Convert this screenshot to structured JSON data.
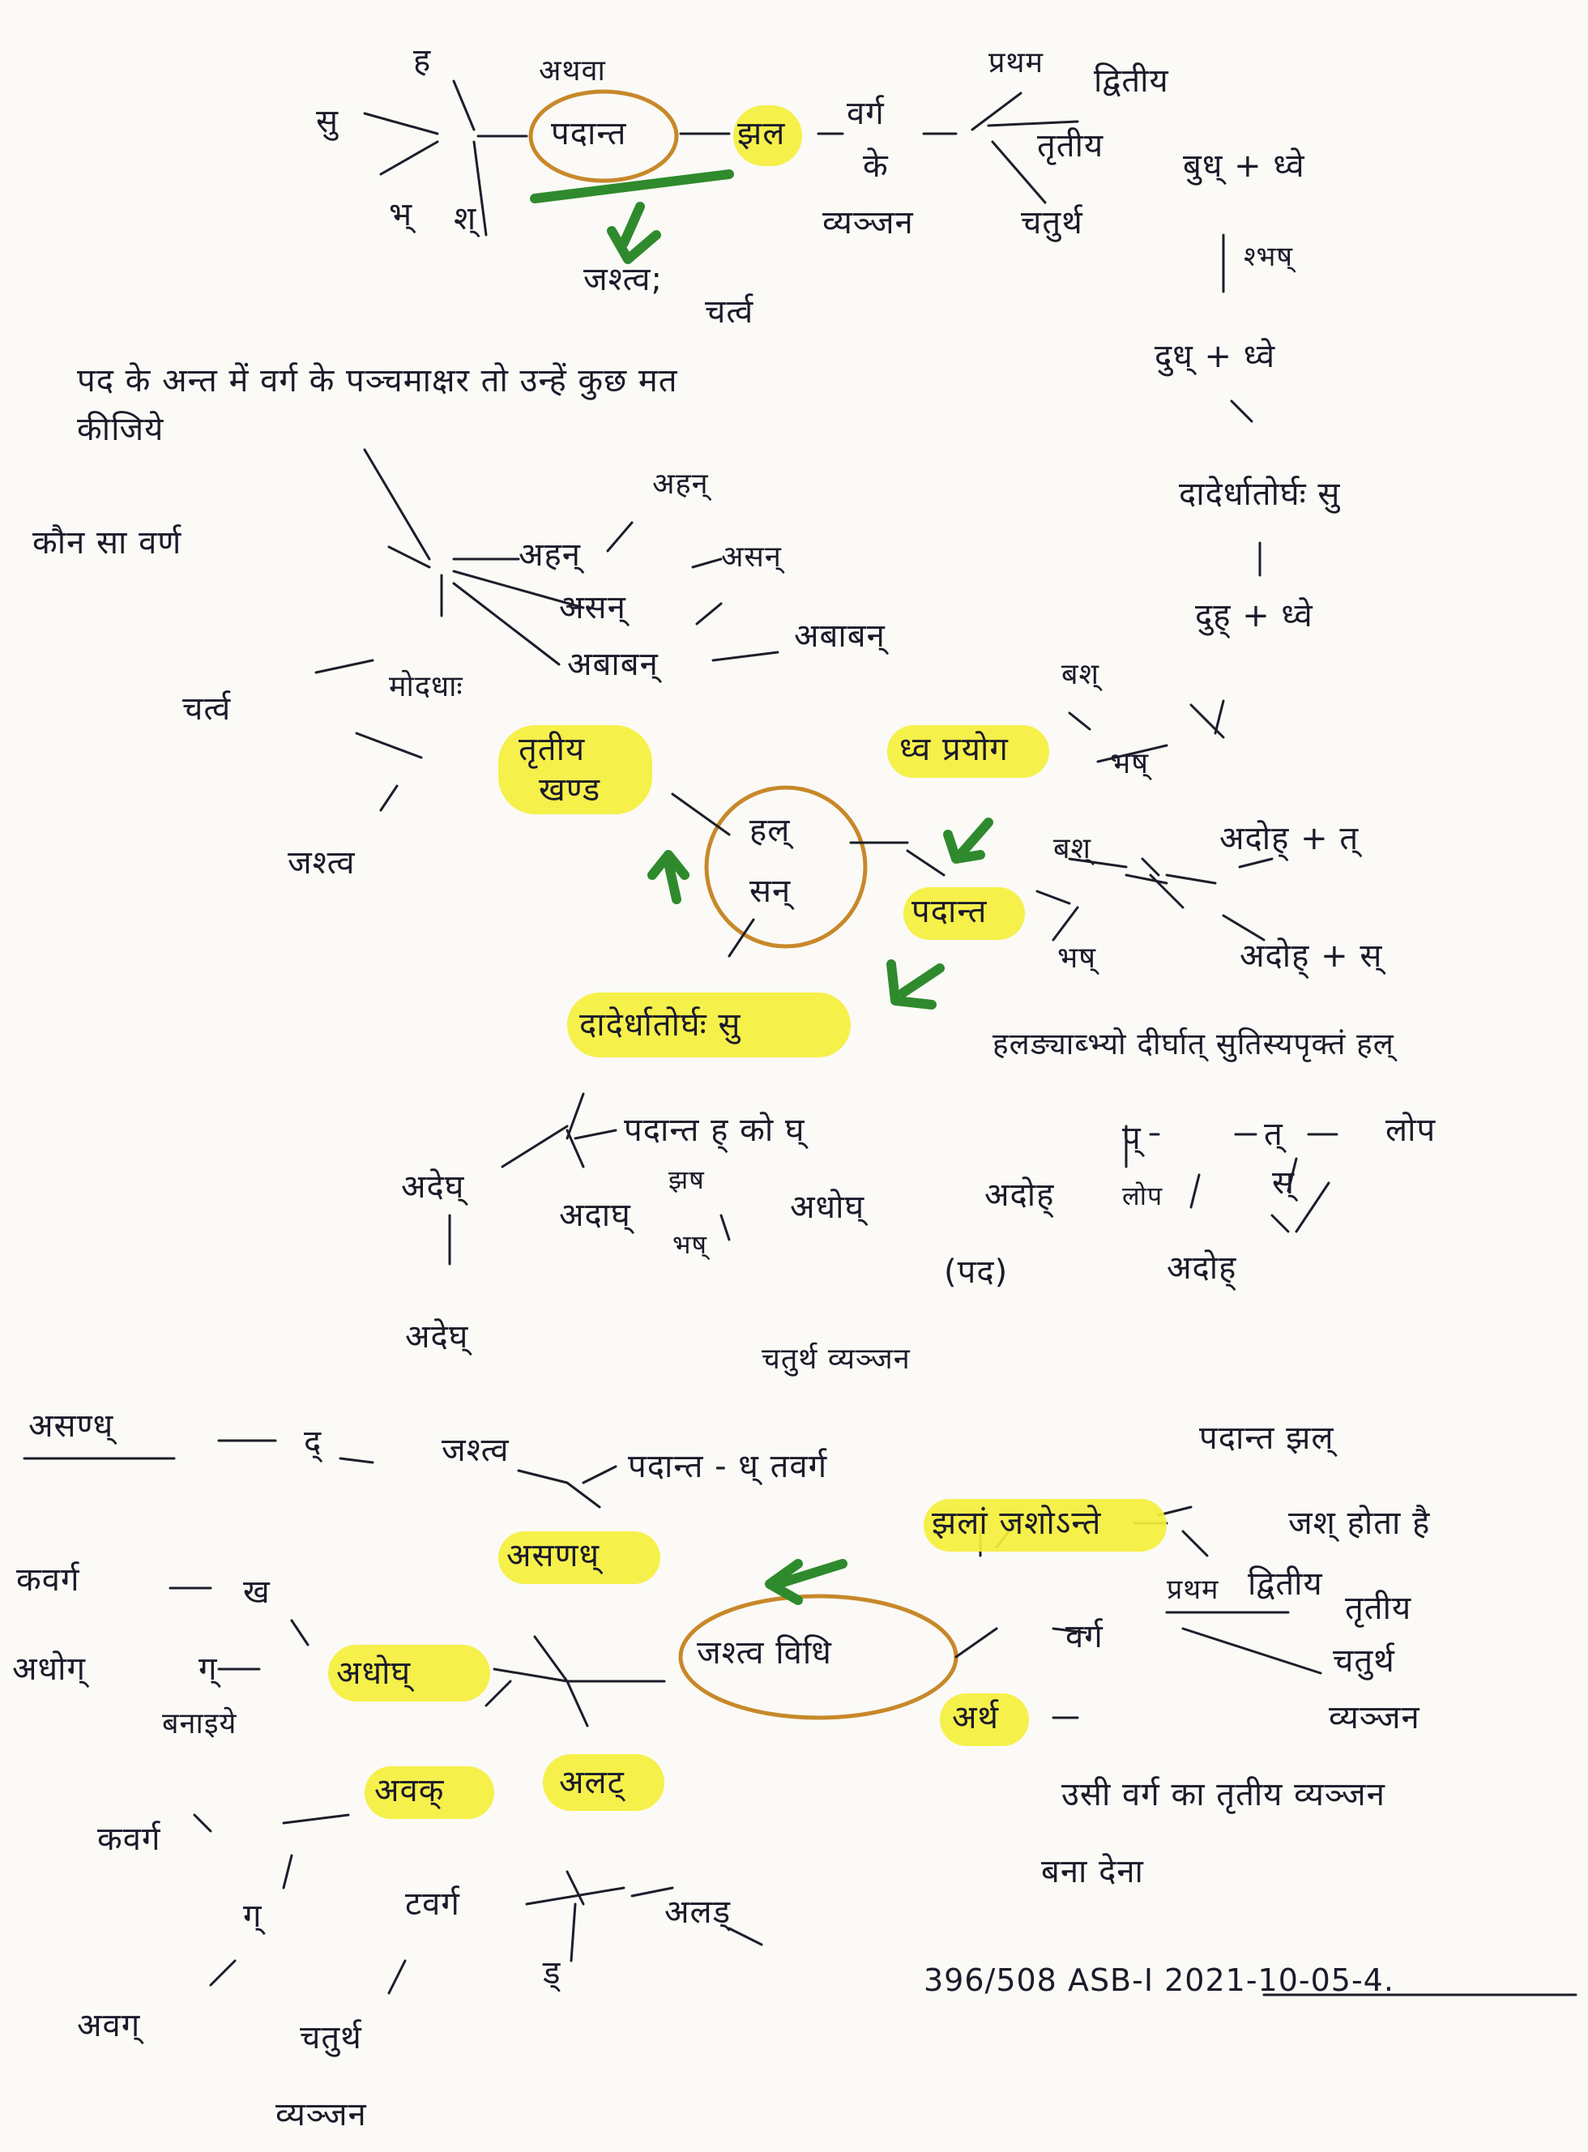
{
  "nodes": {
    "top_su": "सु",
    "top_ha": "ह",
    "top_athava": "अथवा",
    "top_padant": "पदान्त",
    "top_jhal": "झल",
    "top_varg": "वर्ग",
    "top_ke": "के",
    "top_prathama": "प्रथम",
    "top_dvitiya": "द्वितीय",
    "top_tritiya": "तृतीय",
    "top_chaturth": "चतुर्थ",
    "top_vyanjan": "व्यञ्जन",
    "top_bh": "भ्",
    "top_sh": "श्",
    "top_jashtva": "जश्त्व;",
    "top_chartva": "चर्त्व",
    "r_budh": "बुध् + ध्वे",
    "r_shmash": "श्भष्",
    "r_dudh": "दुध् + ध्वे",
    "r_sutra": "दादेर्धातोर्घः सु",
    "r_duh": "दुह् + ध्वे",
    "q_text": "पद के अन्त में वर्ग के पञ्चमाक्षर तो उन्हें कुछ मत कीजिये",
    "q_kaun": "कौन सा वर्ण",
    "q_ahan": "अहन्",
    "q_asan": "असन्",
    "q_ahan2": "अहन्",
    "q_asan2": "असन्",
    "q_abadhan": "अबाबन्",
    "q_abadhan2": "अबाबन्",
    "l_chartva": "चर्त्व",
    "l_modhalah": "मोदधाः",
    "l_jashtva": "जश्त्व",
    "c_tritiya": "तृतीय",
    "c_khand": "खण्ड",
    "c_hal1": "हल्",
    "c_hal2": "सन्",
    "c_dha_prayog": "ध्व प्रयोग",
    "c_bash": "बश्",
    "c_bhash": "भष्",
    "c_padant": "पदान्त",
    "c_bash2": "बश्",
    "c_bhash2": "भष्",
    "c_adoh_t": "अदोह् + त्",
    "c_adoh_s": "अदोह् + स्",
    "c_sutra2": "दादेर्धातोर्घः सु",
    "c_hal_rule": "हलङ्याब्भ्यो दीर्घात् सुतिस्यपृक्तं हल्",
    "m_padant_h": "पदान्त ह् को घ्",
    "m_adegh": "अदेघ्",
    "m_adagh": "अदाघ्",
    "m_jhash": "झष",
    "m_bhash": "भष्",
    "m_adhogh": "अधोघ्",
    "m_pad": "(पद)",
    "m_adegh2": "अदेघ्",
    "m_p": "प्",
    "m_t": "त्",
    "m_lop": "लोप",
    "m_s": "स्",
    "m_adoh": "अदोह्",
    "m_lop2": "लोप",
    "m_adoh2": "अदोह्",
    "b_asradh": "असण्ध्",
    "b_d": "द्",
    "b_jashtva": "जश्त्व",
    "b_padant": "पदान्त - ध् तवर्ग",
    "b_chaturth_vy": "चतुर्थ व्यञ्जन",
    "b_asanadh": "असणध्",
    "b_jhalam": "झलां जशोऽन्ते",
    "b_padant_jhal": "पदान्त झल्",
    "b_jash_hota": "जश् होता है",
    "b_kavarg": "कवर्ग",
    "b_kh": "ख",
    "b_adhogh_g": "अधोग्",
    "b_g": "ग्",
    "b_banaye": "बनाइये",
    "b_adhogh": "अधोघ्",
    "b_jashtva_vidhi": "जश्त्व विधि",
    "b_varg": "वर्ग",
    "b_prathama": "प्रथम",
    "b_dvitiya": "द्वितीय",
    "b_tritiya": "तृतीय",
    "b_chaturth": "चतुर्थ",
    "b_vyanjan": "व्यञ्जन",
    "b_artha": "अर्थ",
    "b_usi": "उसी वर्ग का तृतीय व्यञ्जन",
    "b_bana": "बना देना",
    "b_avak": "अवक्",
    "b_kavarg2": "कवर्ग",
    "b_g2": "ग्",
    "b_avag": "अवग्",
    "b_chaturth2": "चतुर्थ",
    "b_vyanjan2": "व्यञ्जन",
    "b_alat": "अलट्",
    "b_tavarg": "टवर्ग",
    "b_d2": "ड्",
    "b_alad": "अलड्",
    "footer": "396/508 ASB-I 2021-10-05-4."
  },
  "colors": {
    "ink": "#1b1b2a",
    "highlight": "#f5ef3c",
    "circle": "#c8882a",
    "arrow": "#2f8a2d",
    "paper": "#fbfaf6"
  }
}
